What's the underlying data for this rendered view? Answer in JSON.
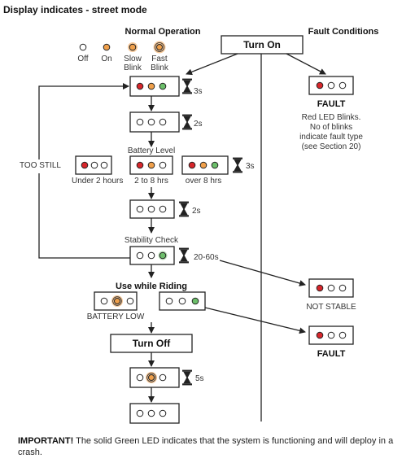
{
  "title": "Display indicates - street mode",
  "normal_operation": "Normal Operation",
  "fault_conditions": "Fault Conditions",
  "turn_on": "Turn On",
  "turn_off": "Turn Off",
  "legend": {
    "off": "Off",
    "on": "On",
    "slow_blink_1": "Slow",
    "slow_blink_2": "Blink",
    "fast_blink_1": "Fast",
    "fast_blink_2": "Blink"
  },
  "timers": {
    "t1": "3s",
    "t2": "2s",
    "t3": "3s",
    "t4": "2s",
    "t5": "20-60s",
    "t6": "5s"
  },
  "battery_level": "Battery Level",
  "battery_options": {
    "under_2": "Under 2 hours",
    "two_to_8": "2 to 8 hrs",
    "over_8": "over 8 hrs"
  },
  "too_still": "TOO STILL",
  "stability_check": "Stability Check",
  "use_while_riding": "Use while Riding",
  "battery_low": "BATTERY LOW",
  "fault_label": "FAULT",
  "fault_desc": [
    "Red LED Blinks.",
    "No of blinks",
    "indicate fault type",
    "(see Section 20)"
  ],
  "not_stable": "NOT STABLE",
  "fault_label_2": "FAULT",
  "important_label": "IMPORTANT!",
  "important_text": "The solid Green LED indicates that the system is functioning and will deploy in a crash.",
  "colors": {
    "red": "#d7262b",
    "orange": "#f0a04b",
    "green": "#6cbf6a",
    "glow": "#f6c99b"
  }
}
